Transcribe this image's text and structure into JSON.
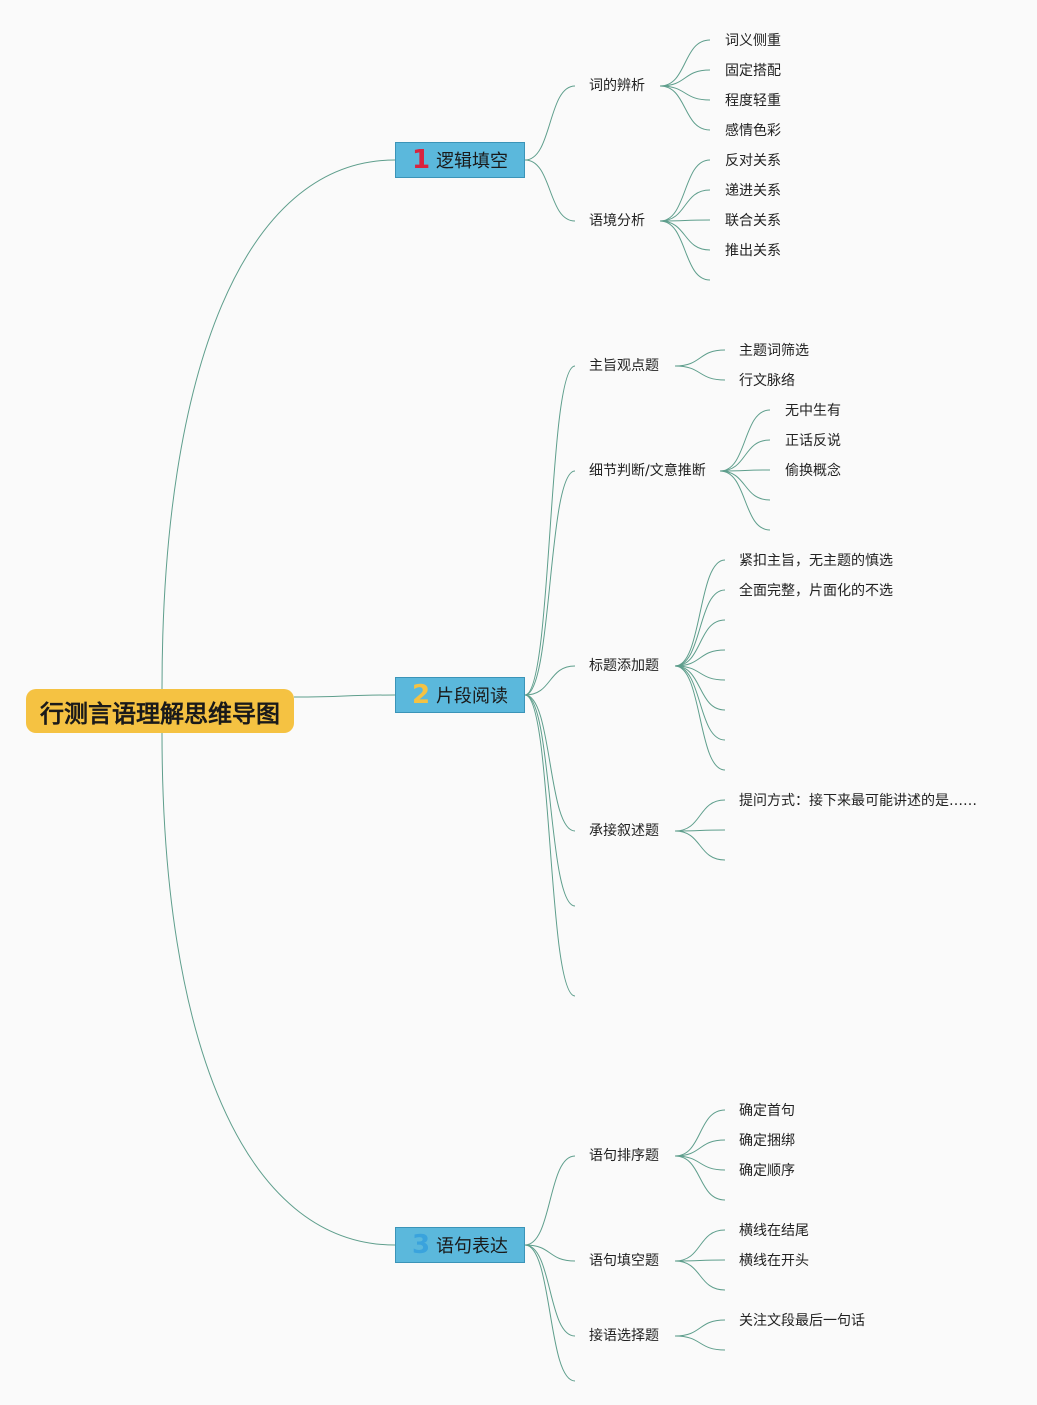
{
  "root": {
    "label": "行测言语理解思维导图"
  },
  "branches": [
    {
      "number": "1",
      "number_color": "#d9233f",
      "label": "逻辑填空",
      "children": [
        {
          "label": "词的辨析",
          "children": [
            "词义侧重",
            "固定搭配",
            "程度轻重",
            "感情色彩"
          ]
        },
        {
          "label": "语境分析",
          "children": [
            "反对关系",
            "递进关系",
            "联合关系",
            "推出关系"
          ]
        }
      ]
    },
    {
      "number": "2",
      "number_color": "#f5c242",
      "label": "片段阅读",
      "children": [
        {
          "label": "主旨观点题",
          "children": [
            "主题词筛选",
            "行文脉络"
          ]
        },
        {
          "label": "细节判断/文意推断",
          "children": [
            "无中生有",
            "正话反说",
            "偷换概念"
          ]
        },
        {
          "label": "标题添加题",
          "children": [
            "紧扣主旨，无主题的慎选",
            "全面完整，片面化的不选"
          ]
        },
        {
          "label": "承接叙述题",
          "children": [
            "提问方式：接下来最可能讲述的是……"
          ]
        }
      ]
    },
    {
      "number": "3",
      "number_color": "#3aa3dd",
      "label": "语句表达",
      "children": [
        {
          "label": "语句排序题",
          "children": [
            "确定首句",
            "确定捆绑",
            "确定顺序"
          ]
        },
        {
          "label": "语句填空题",
          "children": [
            "横线在结尾",
            "横线在开头"
          ]
        },
        {
          "label": "接语选择题",
          "children": [
            "关注文段最后一句话"
          ]
        }
      ]
    }
  ],
  "colors": {
    "link": "#5e9e8c",
    "root_fill": "#f5c242",
    "branch_fill": "#5bb8dc"
  }
}
